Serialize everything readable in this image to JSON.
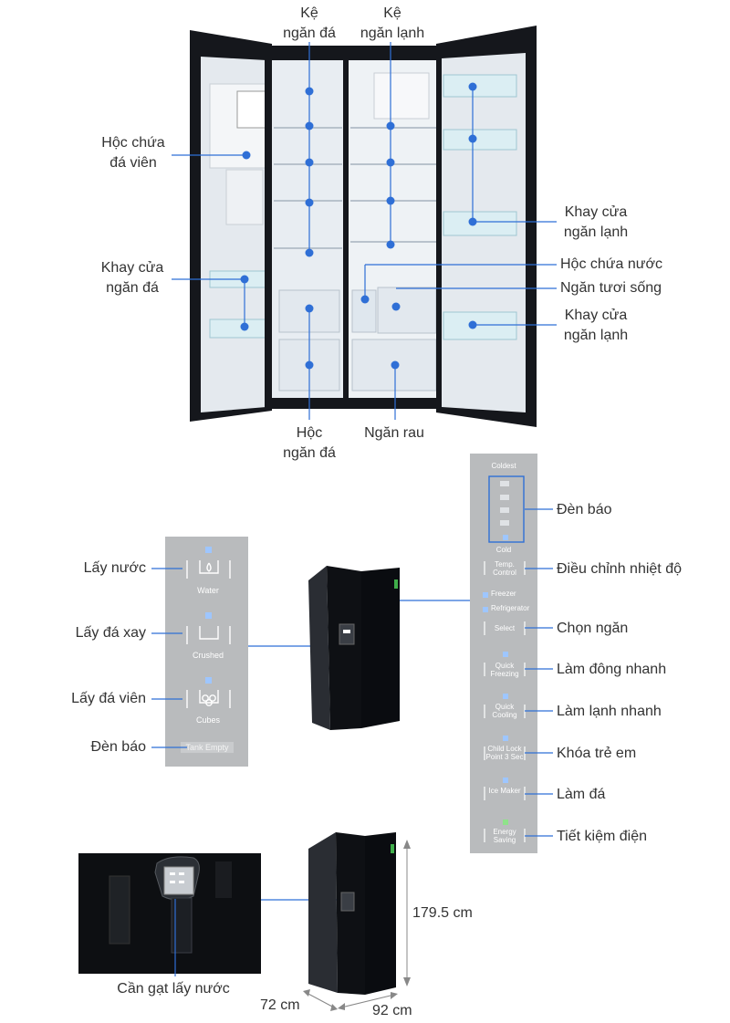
{
  "colors": {
    "accent": "#2f6fd6",
    "fridge_body": "#15171c",
    "panel_grey": "#b9bbbd",
    "interior": "#e9eef3"
  },
  "top_labels": {
    "ke_ngan_da": [
      "Kệ",
      "ngăn đá"
    ],
    "ke_ngan_lanh": [
      "Kệ",
      "ngăn lạnh"
    ],
    "hoc_chua_da_vien": [
      "Hộc chứa",
      "đá viên"
    ],
    "khay_cua_ngan_da": [
      "Khay cửa",
      "ngăn đá"
    ],
    "khay_cua_ngan_lanh_1": [
      "Khay cửa",
      "ngăn lạnh"
    ],
    "hoc_chua_nuoc": "Hộc chứa nước",
    "ngan_tuoi_song": "Ngăn tươi sống",
    "khay_cua_ngan_lanh_2": [
      "Khay cửa",
      "ngăn lạnh"
    ],
    "hoc_ngan_da": [
      "Hộc",
      "ngăn đá"
    ],
    "ngan_rau": "Ngăn rau"
  },
  "dispenser_panel": {
    "labels": [
      "Lấy nước",
      "Lấy đá xay",
      "Lấy đá viên",
      "Đèn báo"
    ],
    "buttons": [
      "Water",
      "Crushed",
      "Cubes"
    ],
    "tank_text": "Tank Empty"
  },
  "control_panel": {
    "top_text": "Coldest",
    "bottom_text": "Cold",
    "items": [
      "Temp. Control",
      "Freezer",
      "Refrigerator",
      "Select",
      "Quick Freezing",
      "Quick Cooling",
      "Child Lock Point 3 Sec",
      "Ice Maker",
      "Energy Saving"
    ],
    "labels": [
      "Đèn báo",
      "Điều chỉnh nhiệt độ",
      "Chọn ngăn",
      "Làm đông nhanh",
      "Làm lạnh nhanh",
      "Khóa trẻ em",
      "Làm đá",
      "Tiết kiệm điện"
    ]
  },
  "bottom": {
    "lever_label": "Cần gạt lấy nước",
    "height": "179.5 cm",
    "depth": "72 cm",
    "width": "92 cm"
  }
}
